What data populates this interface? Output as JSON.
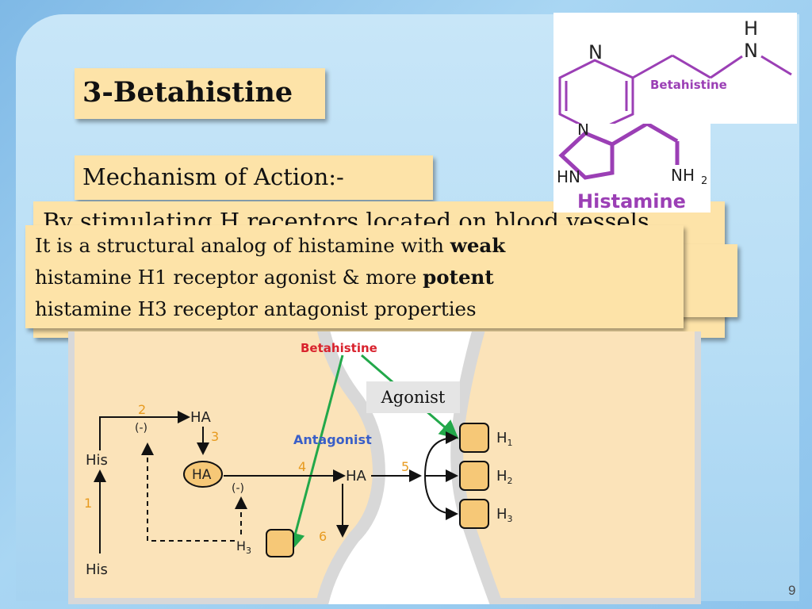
{
  "slide": {
    "title": "3-Betahistine",
    "mechanism_heading": "Mechanism of Action:-",
    "background_text": "By stimulating H  receptors located on blood vessels",
    "front_text": {
      "line1_a": "It is a structural analog of histamine with ",
      "line1_b": "weak",
      "line2_a": "histamine H1 receptor agonist & more ",
      "line2_b": "potent",
      "line3": "histamine H3 receptor antagonist properties"
    },
    "page_number": "9"
  },
  "chemistry": {
    "betahistine_label": "Betahistine",
    "histamine_label": "Histamine",
    "atom_n": "N",
    "atom_h": "H",
    "atom_hn": "HN",
    "atom_nh2": "NH",
    "sub_2": "2",
    "structure_color": "#9b3fb5"
  },
  "diagram": {
    "betahistine_label": "Betahistine",
    "antagonist_label": "Antagonist",
    "agonist_label": "Agonist",
    "his_top": "His",
    "his_bottom": "His",
    "ha_top": "HA",
    "ha_vesicle": "HA",
    "ha_right": "HA",
    "minus_1": "(-)",
    "minus_2": "(-)",
    "step_1": "1",
    "step_2": "2",
    "step_3": "3",
    "step_4": "4",
    "step_5": "5",
    "step_6": "6",
    "receptor_h1": "H",
    "receptor_h2": "H",
    "receptor_h3": "H",
    "sub_1": "1",
    "sub_2": "2",
    "sub_3": "3",
    "presyn_h3": "H",
    "presyn_sub": "3",
    "colors": {
      "cell": "#fbe3b9",
      "membrane": "#d8d8d8",
      "red": "#d9232e",
      "blue": "#3a5fc8",
      "green": "#22a84a",
      "orange": "#e79a1f",
      "receptor": "#f6c877"
    }
  }
}
